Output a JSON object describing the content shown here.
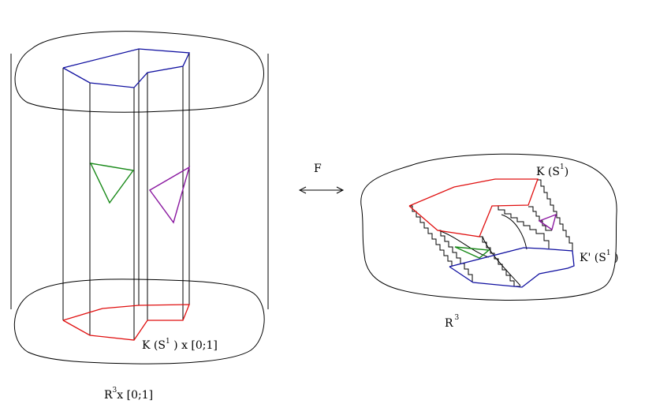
{
  "labels": {
    "map": "F",
    "left_base": {
      "main": "R",
      "sup": "3",
      "rest": "x [0;1]"
    },
    "left_knot": {
      "main": "K  (S",
      "sup": "1",
      "rest": " ) x [0;1]"
    },
    "right_space": {
      "main": "R",
      "sup": "3"
    },
    "right_knot": {
      "main": "K  (S",
      "sup": "1",
      "rest": ")"
    },
    "right_knot_prime": {
      "main": "K' (S",
      "sup": "1",
      "rest": " )"
    }
  },
  "colors": {
    "outline": "#000000",
    "knot_bottom": "#e01010",
    "knot_top": "#1010a0",
    "triangle_a": "#1a8a1a",
    "triangle_b": "#8a18a0"
  }
}
